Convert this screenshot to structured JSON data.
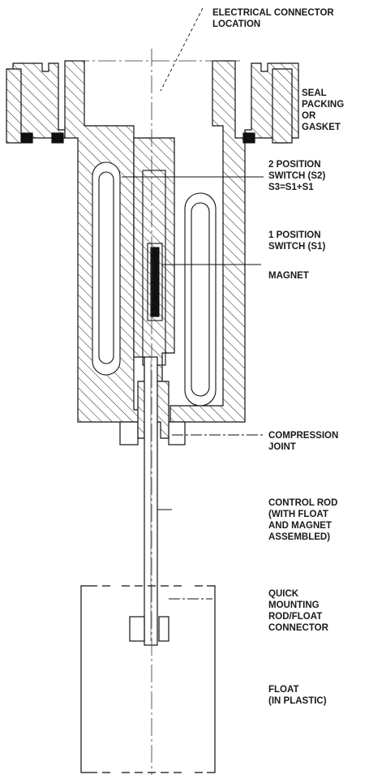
{
  "labels": {
    "electrical_connector": [
      "ELECTRICAL CONNECTOR",
      "LOCATION"
    ],
    "seal": [
      "SEAL",
      "PACKING",
      "OR",
      "GASKET"
    ],
    "switch_s2": [
      "2 POSITION",
      "SWITCH (S2)",
      "S3=S1+S1"
    ],
    "switch_s1": [
      "1 POSITION",
      "SWITCH (S1)"
    ],
    "magnet": [
      "MAGNET"
    ],
    "compression": [
      "COMPRESSION",
      "JOINT"
    ],
    "control_rod": [
      "CONTROL ROD",
      "(WITH FLOAT",
      "AND MAGNET",
      "ASSEMBLED)"
    ],
    "quick_mount": [
      "QUICK",
      "MOUNTING",
      "ROD/FLOAT",
      "CONNECTOR"
    ],
    "float": [
      "FLOAT",
      "(IN PLASTIC)"
    ]
  }
}
